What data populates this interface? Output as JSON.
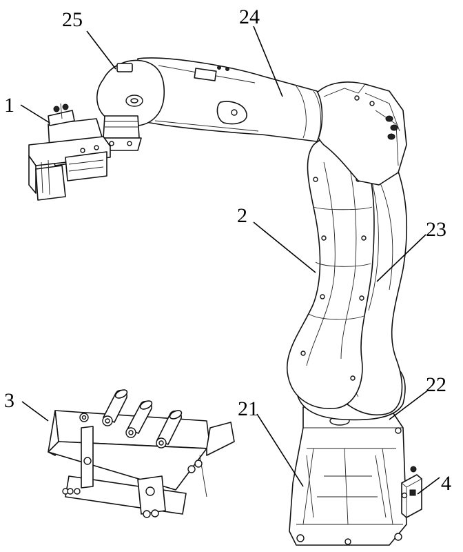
{
  "figure": {
    "type": "patent-line-drawing",
    "subject": "robotic arm with end effector and roller fixture",
    "labels": [
      "1",
      "2",
      "3",
      "4",
      "21",
      "22",
      "23",
      "24",
      "25"
    ]
  }
}
